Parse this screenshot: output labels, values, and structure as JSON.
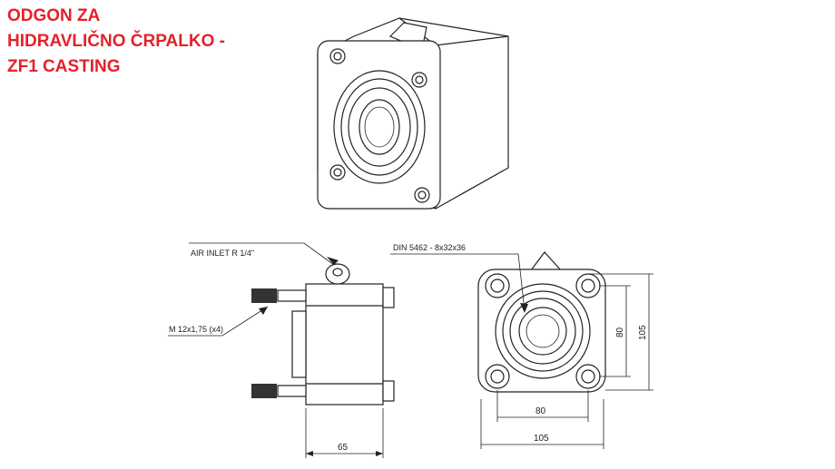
{
  "title": {
    "lines": [
      "ODGON ZA",
      "HIDRAVLIČNO ČRPALKO -",
      "ZF1 CASTING"
    ],
    "color": "#e5202a"
  },
  "side_view": {
    "air_inlet_label": "AIR INLET R 1/4\"",
    "thread_label": "M 12x1,75 (x4)",
    "width_dim": "65"
  },
  "front_view": {
    "spline_label": "DIN 5462 - 8x32x36",
    "hole_spacing_horizontal": "80",
    "overall_horizontal": "105",
    "hole_spacing_vertical": "80",
    "overall_vertical": "105"
  }
}
